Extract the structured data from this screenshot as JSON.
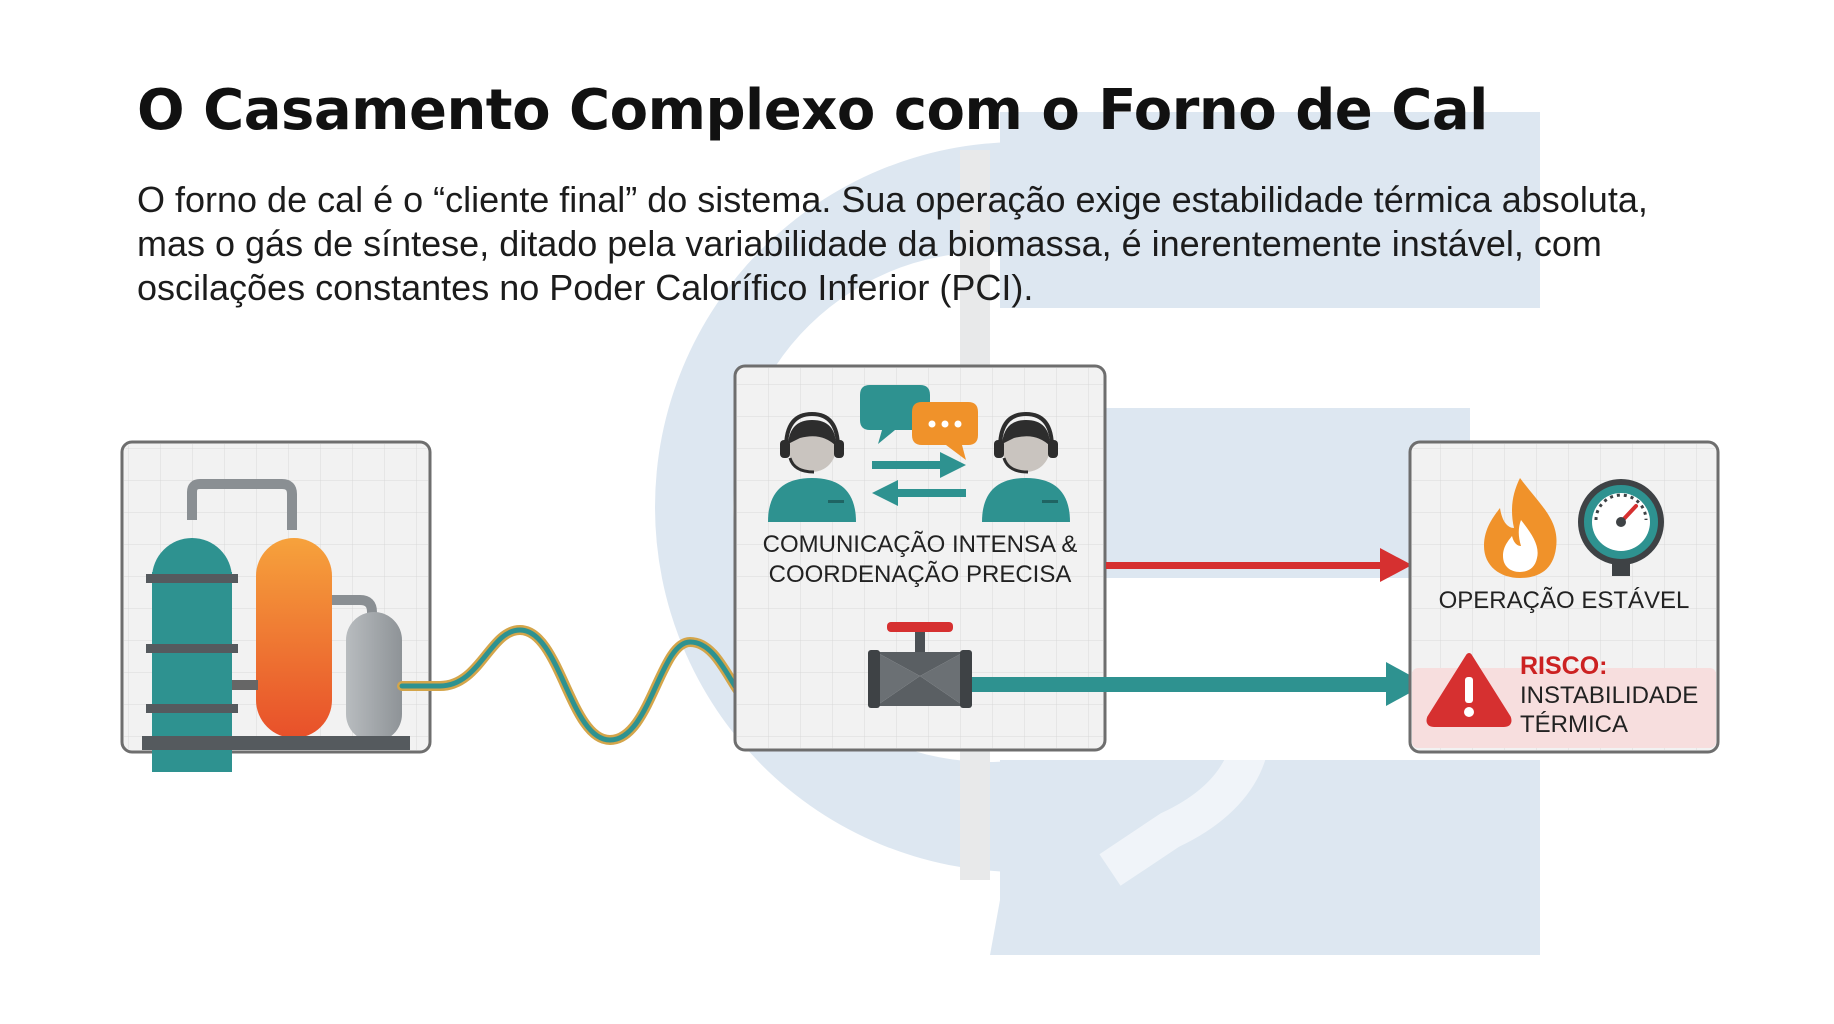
{
  "title": "O Casamento Complexo com o Forno de Cal",
  "description": {
    "line1": "O forno de cal é o “cliente final” do sistema. Sua operação exige estabilidade térmica absoluta,",
    "line2": "mas o gás de síntese, ditado pela variabilidade da biomassa, é inerentemente instável, com",
    "line3": "oscilações constantes no Poder Calorífico Inferior (PCI)."
  },
  "coordination_box": {
    "label_line1": "COMUNICAÇÃO INTENSA &",
    "label_line2": "COORDENAÇÃO PRECISA"
  },
  "kiln_box": {
    "stable_label": "OPERAÇÃO ESTÁVEL",
    "risk_title": "RISCO:",
    "risk_line1": "INSTABILIDADE",
    "risk_line2": "TÉRMICA"
  },
  "colors": {
    "teal": "#2e9290",
    "orange": "#f0922a",
    "red": "#d63030",
    "watermark": "#dde7f1"
  }
}
